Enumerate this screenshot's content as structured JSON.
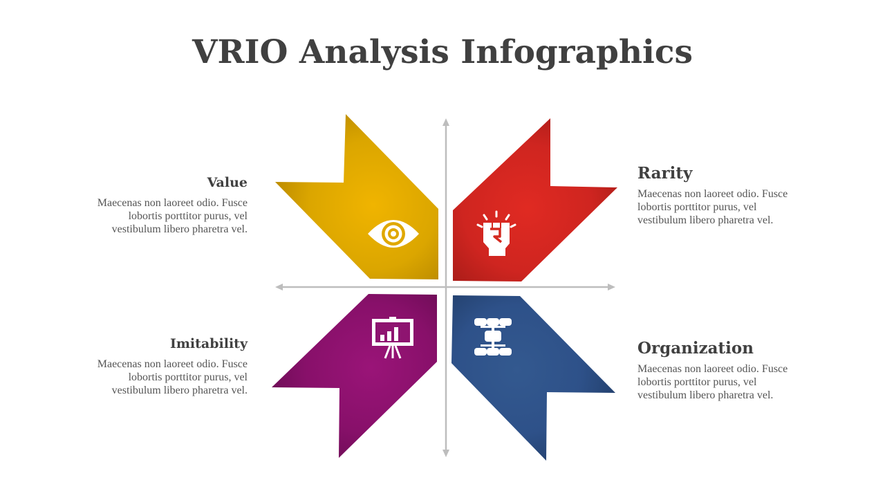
{
  "title": "VRIO Analysis Infographics",
  "colors": {
    "value": "#e0a800",
    "rarity": "#d42a20",
    "imitability": "#8e1470",
    "organization": "#2e5189",
    "axis": "#bdbdbd",
    "text": "#404040"
  },
  "items": [
    {
      "key": "value",
      "heading": "Value",
      "lines": [
        "Maecenas non laoreet odio. Fusce",
        "lobortis porttitor purus, vel",
        "vestibulum libero pharetra vel."
      ],
      "icon": "eye-icon"
    },
    {
      "key": "rarity",
      "heading": "Rarity",
      "lines": [
        "Maecenas non laoreet odio. Fusce",
        "lobortis porttitor purus, vel",
        "vestibulum libero pharetra vel."
      ],
      "icon": "raised-fist-icon"
    },
    {
      "key": "imitability",
      "heading": "Imitability",
      "lines": [
        "Maecenas non laoreet odio. Fusce",
        "lobortis porttitor purus, vel",
        "vestibulum libero pharetra vel."
      ],
      "icon": "presentation-board-icon"
    },
    {
      "key": "organization",
      "heading": "Organization",
      "lines": [
        "Maecenas non laoreet odio. Fusce",
        "lobortis porttitor purus, vel",
        "vestibulum libero pharetra vel."
      ],
      "icon": "org-chart-icon"
    }
  ]
}
